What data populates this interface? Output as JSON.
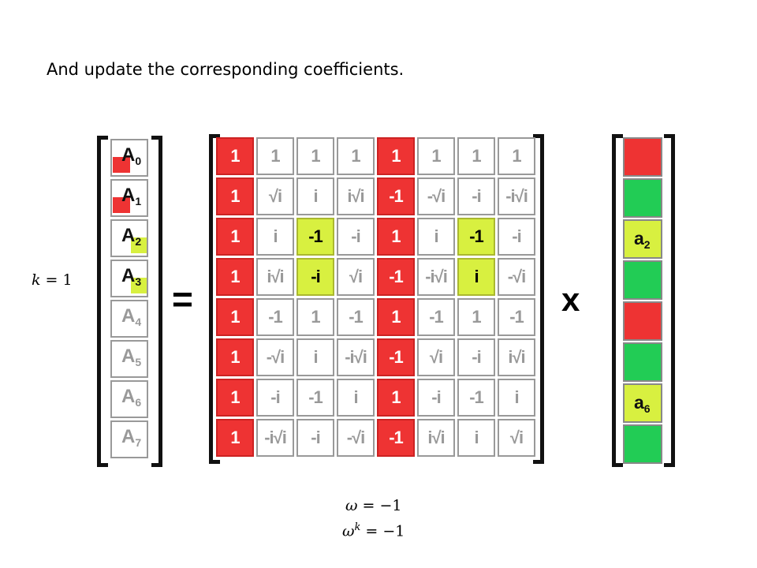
{
  "heading": "And update the corresponding coefficients.",
  "k_label": {
    "var": "k",
    "eq": " = ",
    "value": "1"
  },
  "equals_sign": "=",
  "times_sign": "x",
  "left_vector": [
    {
      "letter": "A",
      "sub": "0",
      "state": "red"
    },
    {
      "letter": "A",
      "sub": "1",
      "state": "red"
    },
    {
      "letter": "A",
      "sub": "2",
      "state": "green"
    },
    {
      "letter": "A",
      "sub": "3",
      "state": "green"
    },
    {
      "letter": "A",
      "sub": "4",
      "state": "faded"
    },
    {
      "letter": "A",
      "sub": "5",
      "state": "faded"
    },
    {
      "letter": "A",
      "sub": "6",
      "state": "faded"
    },
    {
      "letter": "A",
      "sub": "7",
      "state": "faded"
    }
  ],
  "matrix": [
    [
      "1",
      "1",
      "1",
      "1",
      "1",
      "1",
      "1",
      "1"
    ],
    [
      "1",
      "√i",
      "i",
      "i√i",
      "-1",
      "-√i",
      "-i",
      "-i√i"
    ],
    [
      "1",
      "i",
      "-1",
      "-i",
      "1",
      "i",
      "-1",
      "-i"
    ],
    [
      "1",
      "i√i",
      "-i",
      "√i",
      "-1",
      "-i√i",
      "i",
      "-√i"
    ],
    [
      "1",
      "-1",
      "1",
      "-1",
      "1",
      "-1",
      "1",
      "-1"
    ],
    [
      "1",
      "-√i",
      "i",
      "-i√i",
      "-1",
      "√i",
      "-i",
      "i√i"
    ],
    [
      "1",
      "-i",
      "-1",
      "i",
      "1",
      "-i",
      "-1",
      "i"
    ],
    [
      "1",
      "-i√i",
      "-i",
      "-√i",
      "-1",
      "i√i",
      "i",
      "√i"
    ]
  ],
  "matrix_highlight": {
    "red_columns": [
      0,
      4
    ],
    "green_cells": [
      [
        2,
        2
      ],
      [
        2,
        6
      ],
      [
        3,
        2
      ],
      [
        3,
        6
      ]
    ]
  },
  "right_vector": [
    {
      "label": "",
      "sub": "",
      "color": "red"
    },
    {
      "label": "",
      "sub": "",
      "color": "green"
    },
    {
      "label": "a",
      "sub": "2",
      "color": "lime"
    },
    {
      "label": "",
      "sub": "",
      "color": "green"
    },
    {
      "label": "",
      "sub": "",
      "color": "red"
    },
    {
      "label": "",
      "sub": "",
      "color": "green"
    },
    {
      "label": "a",
      "sub": "6",
      "color": "lime"
    },
    {
      "label": "",
      "sub": "",
      "color": "green"
    }
  ],
  "omega_eq": {
    "lhs": "ω",
    "eq": " = ",
    "rhs": "−1"
  },
  "omega_k_eq": {
    "lhs": "ω",
    "sup": "k",
    "eq": " = ",
    "rhs": "−1"
  },
  "colors": {
    "red": "#ee3333",
    "green": "#22cc55",
    "lime": "#d8f040",
    "grey_text": "#999999"
  }
}
